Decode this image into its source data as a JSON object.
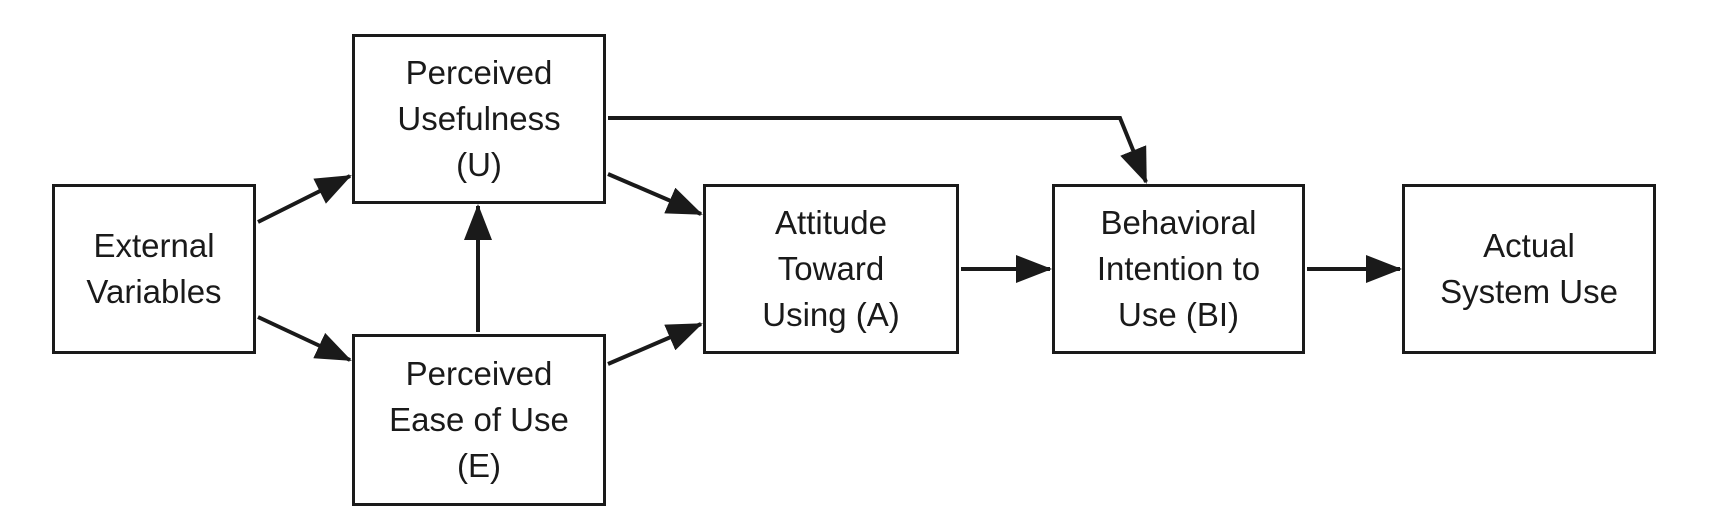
{
  "diagram": {
    "nodes": {
      "external_variables": {
        "lines": [
          "External",
          "Variables"
        ]
      },
      "perceived_usefulness": {
        "lines": [
          "Perceived",
          "Usefulness",
          "(U)"
        ]
      },
      "perceived_ease_of_use": {
        "lines": [
          "Perceived",
          "Ease of Use",
          "(E)"
        ]
      },
      "attitude": {
        "lines": [
          "Attitude",
          "Toward",
          "Using (A)"
        ]
      },
      "behavioral_intention": {
        "lines": [
          "Behavioral",
          "Intention to",
          "Use (BI)"
        ]
      },
      "actual_use": {
        "lines": [
          "Actual",
          "System Use"
        ]
      }
    },
    "edges": [
      {
        "from": "external_variables",
        "to": "perceived_usefulness"
      },
      {
        "from": "external_variables",
        "to": "perceived_ease_of_use"
      },
      {
        "from": "perceived_ease_of_use",
        "to": "perceived_usefulness"
      },
      {
        "from": "perceived_usefulness",
        "to": "attitude"
      },
      {
        "from": "perceived_ease_of_use",
        "to": "attitude"
      },
      {
        "from": "perceived_usefulness",
        "to": "behavioral_intention"
      },
      {
        "from": "attitude",
        "to": "behavioral_intention"
      },
      {
        "from": "behavioral_intention",
        "to": "actual_use"
      }
    ],
    "colors": {
      "stroke": "#1a1a1a",
      "text": "#1a1a1a",
      "background": "#ffffff"
    }
  }
}
